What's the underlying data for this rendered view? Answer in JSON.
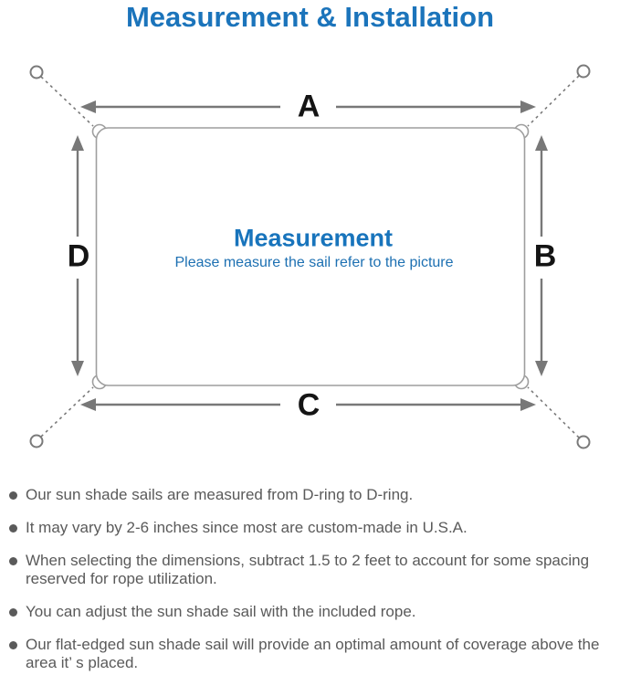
{
  "title": "Measurement & Installation",
  "diagram": {
    "heading": "Measurement",
    "subheading": "Please measure the sail refer to the picture",
    "labels": {
      "a": "A",
      "b": "B",
      "c": "C",
      "d": "D"
    },
    "colors": {
      "accent_blue": "#1b74bb",
      "heading_blue": "#1874bc",
      "subheading_blue": "#1d70b2",
      "arrow_gray": "#787878",
      "sail_outline_gray": "#9e9e9e",
      "note_text_gray": "#5a5a5a"
    }
  },
  "notes": {
    "items": [
      "Our sun shade sails are measured from D-ring to D-ring.",
      "It may vary by 2-6 inches since most are custom-made in U.S.A.",
      "When selecting the dimensions, subtract 1.5 to 2 feet to account for some spacing reserved for rope utilization.",
      "You can adjust the sun shade sail with the included rope.",
      "Our flat-edged sun shade sail will provide an optimal amount of coverage above the area it’ s placed."
    ]
  }
}
